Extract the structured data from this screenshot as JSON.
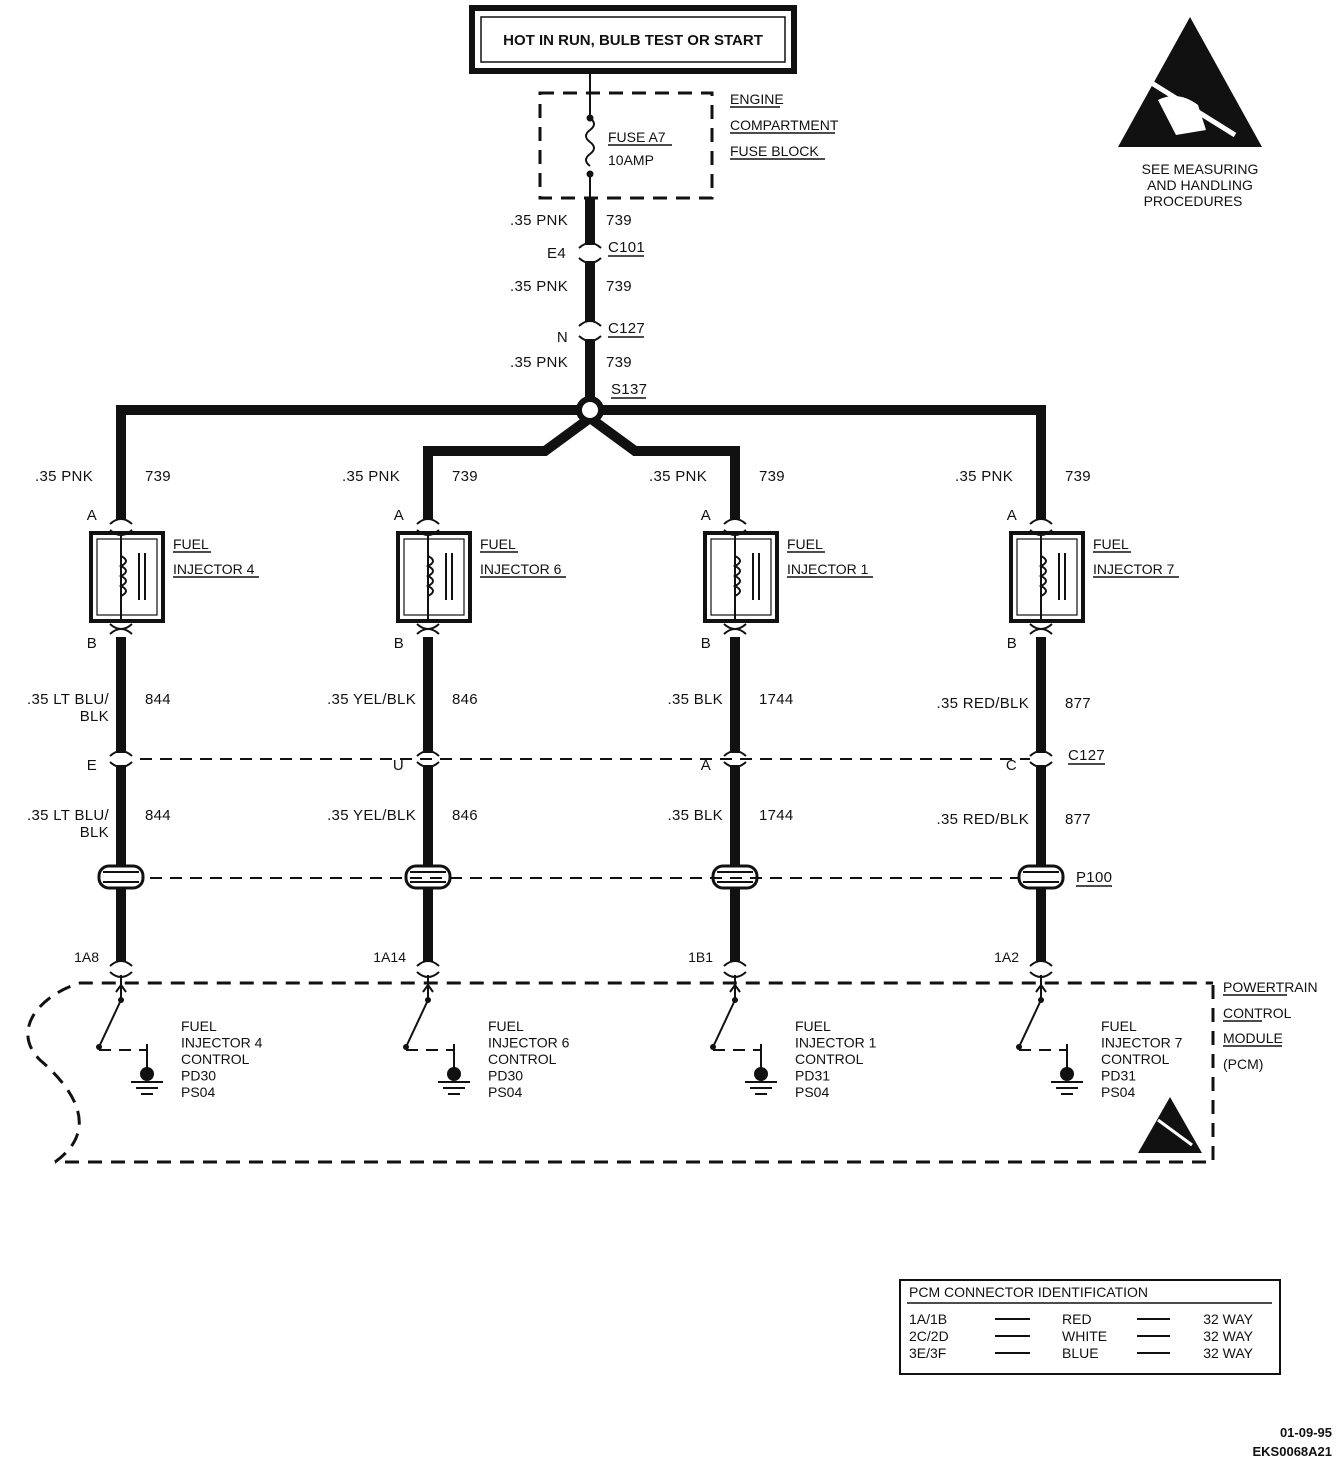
{
  "power_source": "HOT IN RUN, BULB TEST OR START",
  "fuse_block": {
    "label_lines": [
      "ENGINE",
      "COMPARTMENT",
      "FUSE BLOCK"
    ],
    "fuse_name": "FUSE A7",
    "fuse_rating": "10AMP"
  },
  "esd_warning_lines": [
    "SEE MEASURING",
    "AND HANDLING",
    "PROCEDURES"
  ],
  "feed": {
    "wire_a": ".35 PNK",
    "circuit_a": "739",
    "c101_pin": "E4",
    "c101": "C101",
    "wire_b": ".35 PNK",
    "circuit_b": "739",
    "c127_pin": "N",
    "c127": "C127",
    "wire_c": ".35 PNK",
    "circuit_c": "739",
    "splice": "S137"
  },
  "injectors": [
    {
      "wire_top": ".35 PNK",
      "circuit_top": "739",
      "pin_a": "A",
      "pin_b": "B",
      "label1": "FUEL",
      "label2": "INJECTOR 4",
      "wire_bot1": ".35 LT BLU/",
      "wire_bot2": "BLK",
      "circuit_bot": "844",
      "c127_pin": "E",
      "pcm_pin": "1A8",
      "ctrl": [
        "FUEL",
        "INJECTOR 4",
        "CONTROL",
        "PD30",
        "PS04"
      ]
    },
    {
      "wire_top": ".35 PNK",
      "circuit_top": "739",
      "pin_a": "A",
      "pin_b": "B",
      "label1": "FUEL",
      "label2": "INJECTOR 6",
      "wire_bot1": ".35 YEL/BLK",
      "wire_bot2": "",
      "circuit_bot": "846",
      "c127_pin": "U",
      "pcm_pin": "1A14",
      "ctrl": [
        "FUEL",
        "INJECTOR 6",
        "CONTROL",
        "PD30",
        "PS04"
      ]
    },
    {
      "wire_top": ".35 PNK",
      "circuit_top": "739",
      "pin_a": "A",
      "pin_b": "B",
      "label1": "FUEL",
      "label2": "INJECTOR 1",
      "wire_bot1": ".35 BLK",
      "wire_bot2": "",
      "circuit_bot": "1744",
      "c127_pin": "A",
      "pcm_pin": "1B1",
      "ctrl": [
        "FUEL",
        "INJECTOR 1",
        "CONTROL",
        "PD31",
        "PS04"
      ]
    },
    {
      "wire_top": ".35 PNK",
      "circuit_top": "739",
      "pin_a": "A",
      "pin_b": "B",
      "label1": "FUEL",
      "label2": "INJECTOR 7",
      "wire_bot1": ".35 RED/BLK",
      "wire_bot2": "",
      "circuit_bot": "877",
      "c127_pin": "C",
      "pcm_pin": "1A2",
      "ctrl": [
        "FUEL",
        "INJECTOR 7",
        "CONTROL",
        "PD31",
        "PS04"
      ]
    }
  ],
  "c127_label": "C127",
  "p100_label": "P100",
  "pcm_label_lines": [
    "POWERTRAIN",
    "CONTROL",
    "MODULE",
    "(PCM)"
  ],
  "connector_table": {
    "title": "PCM CONNECTOR IDENTIFICATION",
    "rows": [
      {
        "conn": "1A/1B",
        "color": "RED",
        "ways": "32 WAY"
      },
      {
        "conn": "2C/2D",
        "color": "WHITE",
        "ways": "32 WAY"
      },
      {
        "conn": "3E/3F",
        "color": "BLUE",
        "ways": "32 WAY"
      }
    ]
  },
  "footer": {
    "date": "01-09-95",
    "code": "EKS0068A21"
  }
}
